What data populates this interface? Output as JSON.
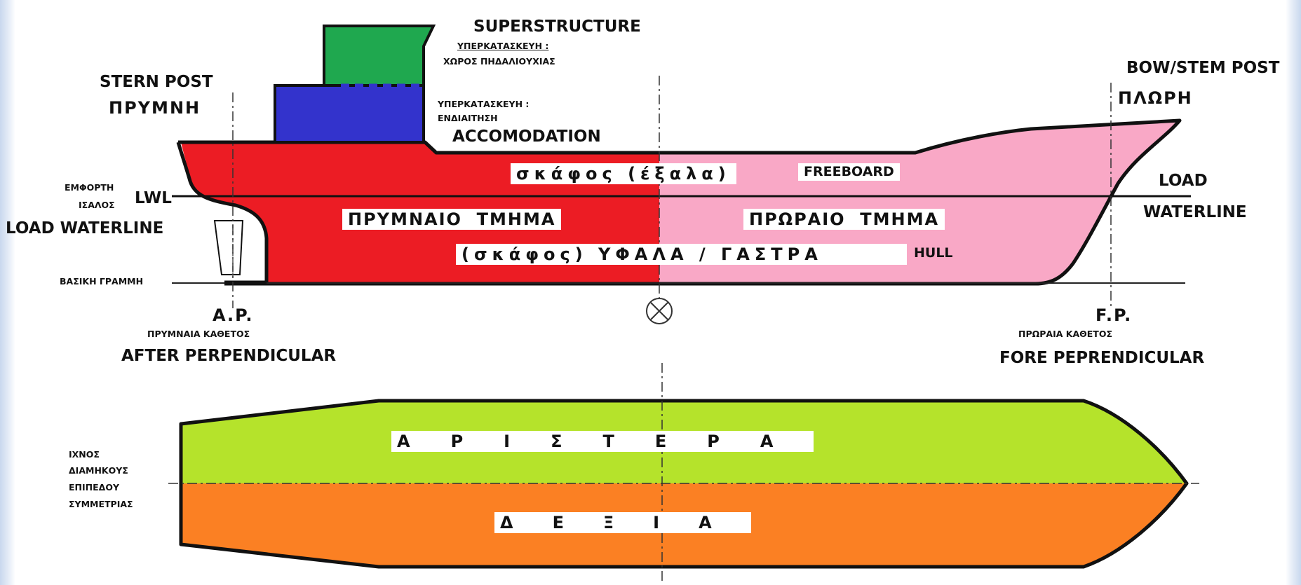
{
  "diagram": {
    "superstructure": "SUPERSTRUCTURE",
    "superstructure_gr_1": "ΥΠΕΡΚΑΤΑΣΚΕΥΗ :",
    "superstructure_gr_2": "ΧΩΡΟΣ ΠΗΔΑΛΙΟΥΧΙΑΣ",
    "accom_gr_1": "ΥΠΕΡΚΑΤΑΣΚΕΥΗ :",
    "accom_gr_2": "ΕΝΔΙΑΙΤΗΣΗ",
    "accommodation": "ACCOMODATION",
    "stern_post": "STERN POST",
    "stern_gr": "ΠΡΥΜΝΗ",
    "bow_stem_post": "BOW/STEM POST",
    "bow_gr": "ΠΛΩΡΗ",
    "freeboard_gr": "σκάφος   (έξαλα)",
    "freeboard": "FREEBOARD",
    "aft_section": "ΠΡΥΜΝΑΙΟ  ΤΜΗΜΑ",
    "fore_section": "ΠΡΩΡΑΙΟ  ΤΜΗΜΑ",
    "hull_gr": "(σκάφος) ΥΦΑΛΑ / ΓΑΣΤΡΑ",
    "hull": "HULL",
    "lwl_gr_1": "ΕΜΦΟΡΤΗ",
    "lwl_gr_2": "ΙΣΑΛΟΣ",
    "lwl": "LWL",
    "load_waterline_left": "LOAD WATERLINE",
    "load_right_1": "LOAD",
    "load_right_2": "WATERLINE",
    "baseline_gr": "ΒΑΣΙΚΗ ΓΡΑΜΜΗ",
    "ap": "A.P.",
    "ap_gr": "ΠΡΥΜΝΑΙΑ ΚΑΘΕΤΟΣ",
    "ap_en": "AFTER PERPENDICULAR",
    "fp": "F.P.",
    "fp_gr": "ΠΡΩΡΑΙΑ ΚΑΘΕΤΟΣ",
    "fp_en": "FORE PEPRENDICULAR",
    "port": "ΑΡΙΣΤΕΡΑ",
    "starboard": "ΔΕΞΙΑ",
    "centerline_gr_1": "ΙΧΝΟΣ",
    "centerline_gr_2": "ΔΙΑΜΗΚΟΥΣ",
    "centerline_gr_3": "ΕΠΙΠΕΔΟΥ",
    "centerline_gr_4": "ΣΥΜΜΕΤΡΙΑΣ"
  },
  "colors": {
    "hull_aft": "#ec1c24",
    "hull_fore": "#f9a8c6",
    "superstructure_top": "#1fa84f",
    "accommodation_block": "#3333cc",
    "port_side": "#b5e32b",
    "starboard_side": "#fb8023",
    "outline": "#111111"
  }
}
